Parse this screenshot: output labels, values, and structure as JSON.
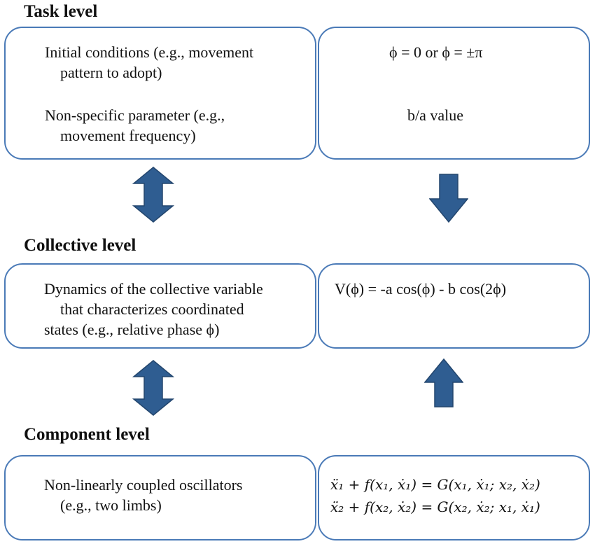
{
  "headings": {
    "task": "Task level",
    "collective": "Collective level",
    "component": "Component level"
  },
  "task_box_left": {
    "line1": "Initial conditions (e.g., movement",
    "line2": "pattern to adopt)",
    "line3": "Non-specific parameter (e.g.,",
    "line4": "movement frequency)"
  },
  "task_box_right": {
    "line1": "ϕ = 0 or ϕ = ±π",
    "line2": "b/a value"
  },
  "collective_box_left": {
    "line1": "Dynamics of the collective variable",
    "line2": "that characterizes coordinated",
    "line3": "states (e.g., relative phase ϕ)"
  },
  "collective_box_right": {
    "line1": "V(ϕ) = -a cos(ϕ) - b cos(2ϕ)"
  },
  "component_box_left": {
    "line1": "Non-linearly coupled oscillators",
    "line2": "(e.g., two limbs)"
  },
  "component_box_right": {
    "eq1": "ẍ₁ + f(x₁, ẋ₁) = G(x₁, ẋ₁; x₂, ẋ₂)",
    "eq2": "ẍ₂ + f(x₂, ẋ₂) = G(x₂, ẋ₂; x₁, ẋ₁)"
  },
  "colors": {
    "box_border": "#4a7ab7",
    "arrow_fill": "#2f5d91"
  }
}
